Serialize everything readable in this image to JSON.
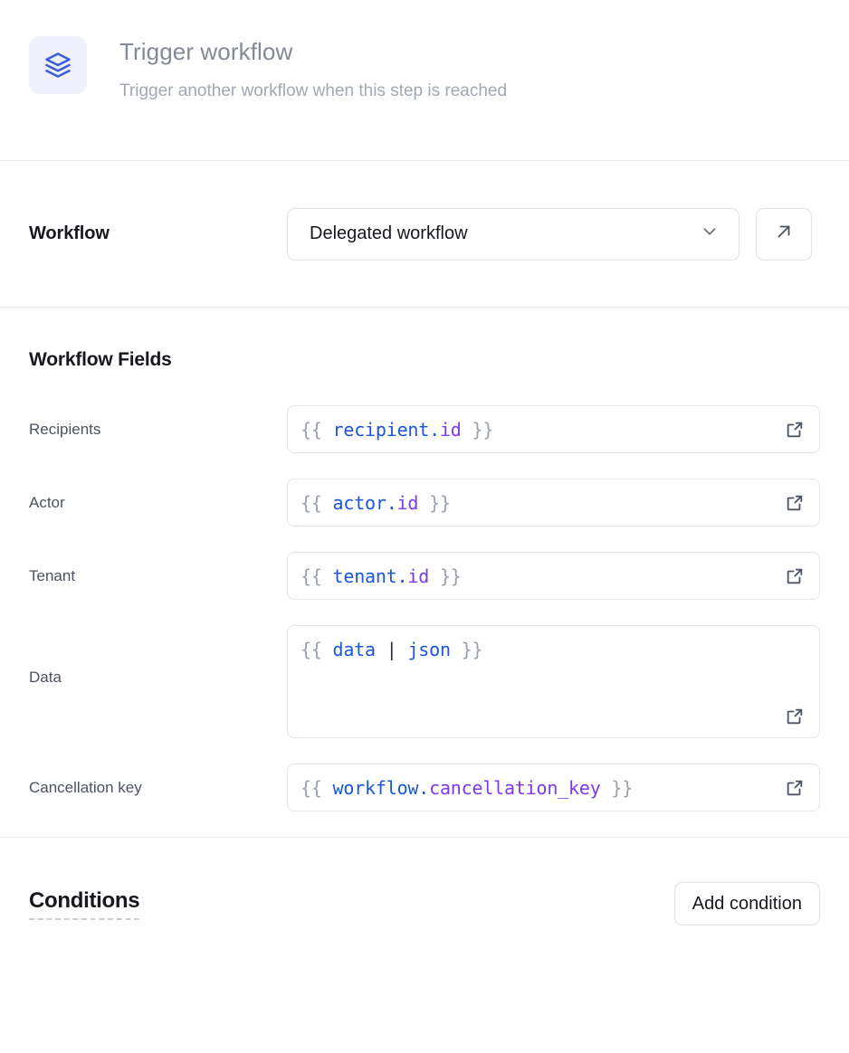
{
  "header": {
    "icon": "layers-icon",
    "icon_color": "#3b5bdb",
    "icon_bg": "#eef1fb",
    "title": "Trigger workflow",
    "subtitle": "Trigger another workflow when this step is reached"
  },
  "workflow_section": {
    "label": "Workflow",
    "select_value": "Delegated workflow",
    "select_icon": "chevron-down-icon",
    "open_button_icon": "arrow-up-right-icon"
  },
  "fields_section": {
    "heading": "Workflow Fields",
    "expand_icon": "external-link-icon",
    "fields": [
      {
        "label": "Recipients",
        "value": "{{ recipient.id }}",
        "multiline": false,
        "tokens": [
          {
            "text": "{{ ",
            "type": "brace"
          },
          {
            "text": "recipient",
            "type": "obj"
          },
          {
            "text": ".",
            "type": "dot"
          },
          {
            "text": "id",
            "type": "prop"
          },
          {
            "text": " }}",
            "type": "brace"
          }
        ]
      },
      {
        "label": "Actor",
        "value": "{{ actor.id }}",
        "multiline": false,
        "tokens": [
          {
            "text": "{{ ",
            "type": "brace"
          },
          {
            "text": "actor",
            "type": "obj"
          },
          {
            "text": ".",
            "type": "dot"
          },
          {
            "text": "id",
            "type": "prop"
          },
          {
            "text": " }}",
            "type": "brace"
          }
        ]
      },
      {
        "label": "Tenant",
        "value": "{{ tenant.id }}",
        "multiline": false,
        "tokens": [
          {
            "text": "{{ ",
            "type": "brace"
          },
          {
            "text": "tenant",
            "type": "obj"
          },
          {
            "text": ".",
            "type": "dot"
          },
          {
            "text": "id",
            "type": "prop"
          },
          {
            "text": " }}",
            "type": "brace"
          }
        ]
      },
      {
        "label": "Data",
        "value": "{{ data | json }}",
        "multiline": true,
        "tokens": [
          {
            "text": "{{ ",
            "type": "brace"
          },
          {
            "text": "data",
            "type": "obj"
          },
          {
            "text": " ",
            "type": "brace"
          },
          {
            "text": "|",
            "type": "pipe"
          },
          {
            "text": " ",
            "type": "brace"
          },
          {
            "text": "json",
            "type": "filter"
          },
          {
            "text": " }}",
            "type": "brace"
          }
        ]
      },
      {
        "label": "Cancellation key",
        "value": "{{ workflow.cancellation_key }}",
        "multiline": false,
        "tokens": [
          {
            "text": "{{ ",
            "type": "brace"
          },
          {
            "text": "workflow",
            "type": "obj"
          },
          {
            "text": ".",
            "type": "dot"
          },
          {
            "text": "cancellation_key",
            "type": "prop"
          },
          {
            "text": " }}",
            "type": "brace"
          }
        ]
      }
    ]
  },
  "conditions_section": {
    "title": "Conditions",
    "add_button_label": "Add condition"
  },
  "colors": {
    "accent": "#3b5bdb",
    "code_object": "#1a56db",
    "code_property": "#7c3aed",
    "code_brace": "#9ba1ab",
    "border": "#dfe2e7",
    "divider": "#e8eaed",
    "text_primary": "#16181d",
    "text_muted": "#848a94"
  }
}
